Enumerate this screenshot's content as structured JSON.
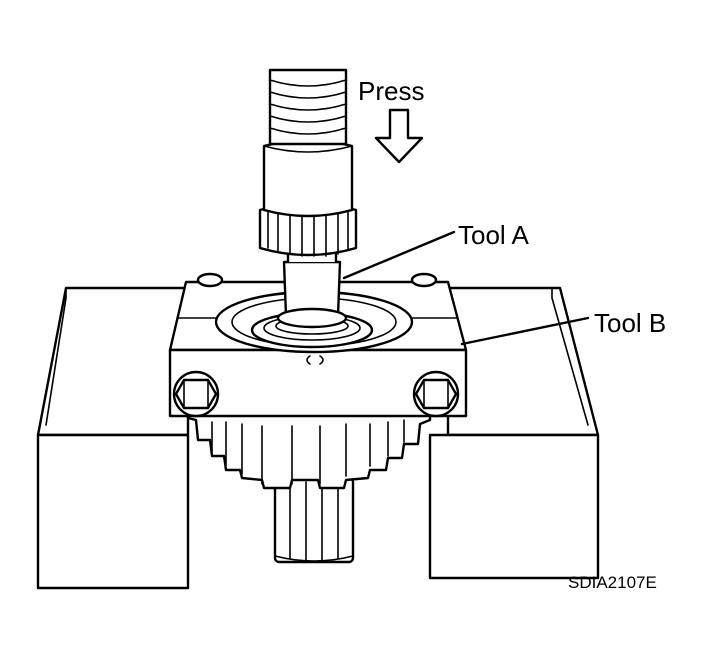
{
  "labels": {
    "press": "Press",
    "tool_a": "Tool A",
    "tool_b": "Tool B",
    "figure_code": "SDIA2107E"
  },
  "colors": {
    "ink": "#000000",
    "paper": "#ffffff"
  }
}
